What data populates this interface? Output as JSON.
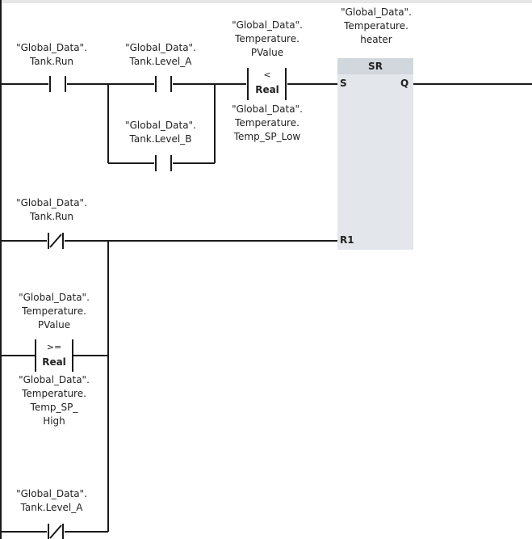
{
  "network": {
    "sr_block": {
      "title": "SR",
      "operand": "\"Global_Data\".\nTemperature.\nheater",
      "pin_s": "S",
      "pin_q": "Q",
      "pin_r1": "R1"
    },
    "contacts": [
      {
        "id": "run_no",
        "type": "normally-open",
        "operand": "\"Global_Data\".\nTank.Run"
      },
      {
        "id": "level_a_no",
        "type": "normally-open",
        "operand": "\"Global_Data\".\nTank.Level_A"
      },
      {
        "id": "level_b_no",
        "type": "normally-open",
        "operand": "\"Global_Data\".\nTank.Level_B"
      },
      {
        "id": "run_nc",
        "type": "normally-closed",
        "operand": "\"Global_Data\".\nTank.Run"
      },
      {
        "id": "level_a_nc",
        "type": "normally-closed",
        "operand": "\"Global_Data\".\nTank.Level_A"
      }
    ],
    "comparators": [
      {
        "id": "cmp_low",
        "operator": "<",
        "data_type": "Real",
        "operand_top": "\"Global_Data\".\nTemperature.\nPValue",
        "operand_bottom": "\"Global_Data\".\nTemperature.\nTemp_SP_Low"
      },
      {
        "id": "cmp_high",
        "operator": ">=",
        "data_type": "Real",
        "operand_top": "\"Global_Data\".\nTemperature.\nPValue",
        "operand_bottom": "\"Global_Data\".\nTemperature.\nTemp_SP_\nHigh"
      }
    ]
  }
}
